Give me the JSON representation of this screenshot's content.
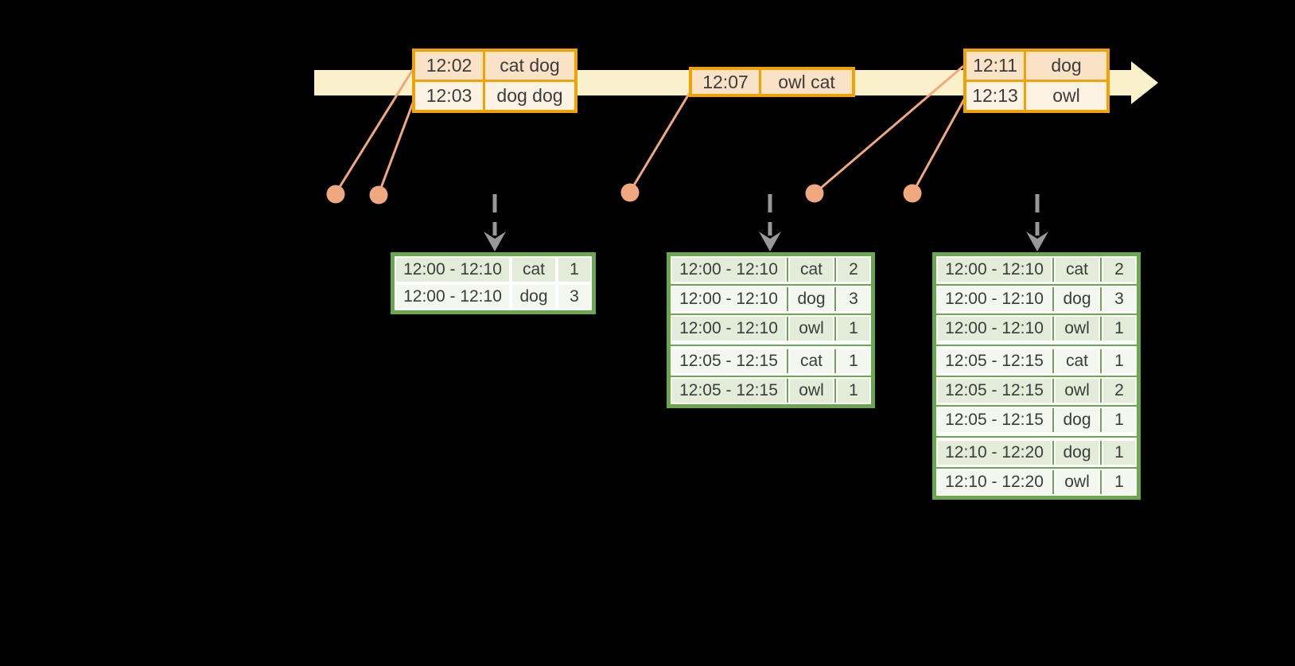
{
  "colors": {
    "background": "#000000",
    "timeline_fill": "#faf0cb",
    "event_border": "#f0a202",
    "event_fill_dark": "#f9e2c5",
    "event_fill_light": "#fcf2e4",
    "connector": "#f0a87e",
    "trigger_arrow": "#98989b",
    "table_border": "#6aa84f",
    "row_shaded": "#e2ecd8",
    "row_light": "#f3f7ef",
    "text_dark": "#3c3c3c"
  },
  "icons": {
    "timeline_arrowhead": "right-triangle",
    "trigger_arrowhead": "down-chevron",
    "event_marker": "filled-circle"
  },
  "timeline_events": [
    {
      "rows": [
        {
          "time": "12:02",
          "words": "cat dog"
        },
        {
          "time": "12:03",
          "words": "dog dog"
        }
      ]
    },
    {
      "rows": [
        {
          "time": "12:07",
          "words": "owl cat"
        }
      ]
    },
    {
      "rows": [
        {
          "time": "12:11",
          "words": "dog"
        },
        {
          "time": "12:13",
          "words": "owl"
        }
      ]
    }
  ],
  "result_tables": [
    {
      "rows": [
        {
          "window": "12:00 - 12:10",
          "word": "cat",
          "count": "1"
        },
        {
          "window": "12:00 - 12:10",
          "word": "dog",
          "count": "3"
        }
      ]
    },
    {
      "rows": [
        {
          "window": "12:00 - 12:10",
          "word": "cat",
          "count": "2"
        },
        {
          "window": "12:00 - 12:10",
          "word": "dog",
          "count": "3"
        },
        {
          "window": "12:00 - 12:10",
          "word": "owl",
          "count": "1"
        },
        {
          "window": "12:05 - 12:15",
          "word": "cat",
          "count": "1",
          "new_group": true
        },
        {
          "window": "12:05 - 12:15",
          "word": "owl",
          "count": "1"
        }
      ]
    },
    {
      "rows": [
        {
          "window": "12:00 - 12:10",
          "word": "cat",
          "count": "2"
        },
        {
          "window": "12:00 - 12:10",
          "word": "dog",
          "count": "3"
        },
        {
          "window": "12:00 - 12:10",
          "word": "owl",
          "count": "1"
        },
        {
          "window": "12:05 - 12:15",
          "word": "cat",
          "count": "1",
          "new_group": true
        },
        {
          "window": "12:05 - 12:15",
          "word": "owl",
          "count": "2"
        },
        {
          "window": "12:05 - 12:15",
          "word": "dog",
          "count": "1"
        },
        {
          "window": "12:10 - 12:20",
          "word": "dog",
          "count": "1",
          "new_group": true
        },
        {
          "window": "12:10 - 12:20",
          "word": "owl",
          "count": "1"
        }
      ]
    }
  ]
}
